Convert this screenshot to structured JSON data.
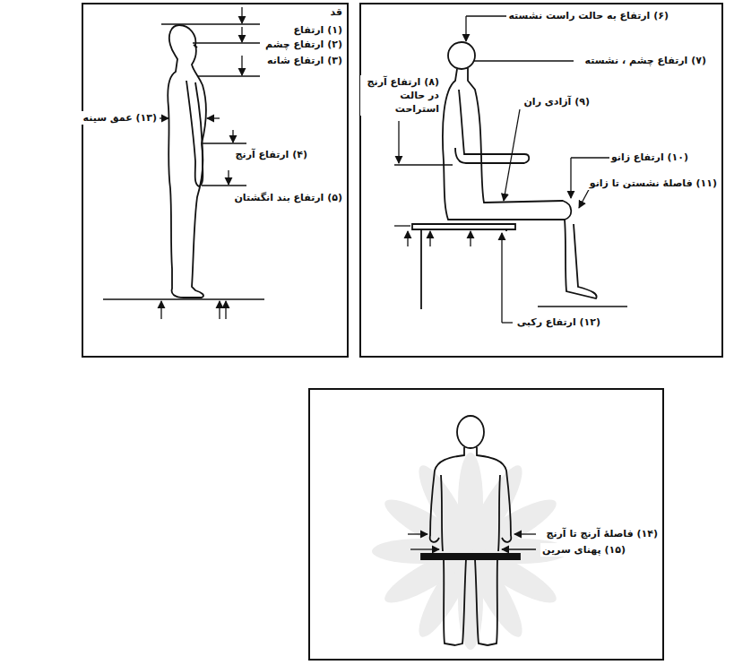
{
  "diagram": {
    "labels": [
      "قد",
      "(۱) ارتفاع",
      "(۲) ارتفاع چشم",
      "(۳) ارتفاع شانه",
      "(۱۳) عمق سینه",
      "(۴) ارتفاع آرنج",
      "(۵) ارتفاع بند انگشتان",
      "(۶) ارتفاع به حالت راست نشسته",
      "(۷) ارتفاع چشم ، نشسته",
      "(۸) ارتفاع آرنج در حالت استراحت",
      "(۹) آزادی ران",
      "(۱۰) ارتفاع زانو",
      "(۱۱) فاصلهٔ نشستن تا زانو",
      "(۱۲) ارتفاع رکبی",
      "(۱۴) فاصلهٔ آرنج تا آرنج",
      "(۱۵) پهنای سرین"
    ]
  }
}
